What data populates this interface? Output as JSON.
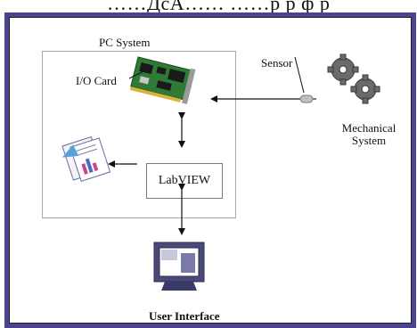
{
  "header_fragment": "……ДсА……  ……р р ф р",
  "diagram": {
    "pc_system_label": "PC System",
    "io_card_label": "I/O Card",
    "labview_label": "LabVIEW",
    "sensor_label": "Sensor",
    "mechanical_system_label_line1": "Mechanical",
    "mechanical_system_label_line2": "System",
    "user_interface_label": "User Interface"
  },
  "colors": {
    "frame_border": "#4a4392",
    "card_board": "#2f7a35",
    "monitor_body": "#4a4a7a"
  },
  "icons": [
    "io-card-icon",
    "sensor-probe-icon",
    "gears-icon",
    "report-document-icon",
    "monitor-icon"
  ]
}
